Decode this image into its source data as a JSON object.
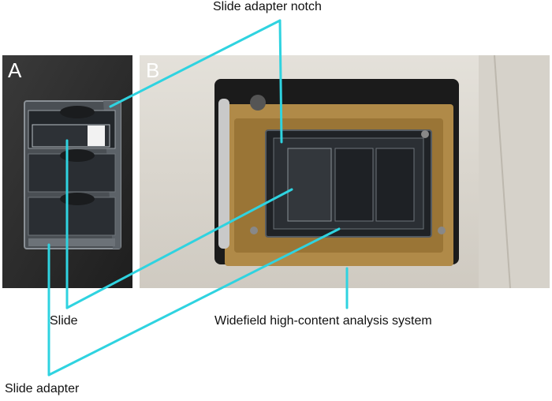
{
  "panels": {
    "a_letter": "A",
    "b_letter": "B"
  },
  "labels": {
    "notch": "Slide adapter notch",
    "slide": "Slide",
    "system": "Widefield high-content analysis system",
    "adapter": "Slide adapter"
  },
  "colors": {
    "callout_line": "#2fd3e0",
    "dark_background": "#2a2a2a",
    "instrument_body": "#d8d4cc",
    "tray_gold": "#b08a48"
  }
}
